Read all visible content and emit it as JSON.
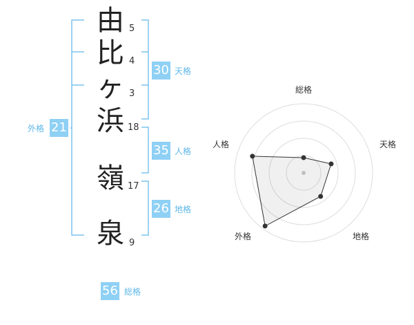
{
  "name_chars": [
    {
      "char": "由",
      "strokes": "5"
    },
    {
      "char": "比",
      "strokes": "4"
    },
    {
      "char": "ヶ",
      "strokes": "3"
    },
    {
      "char": "浜",
      "strokes": "18"
    },
    {
      "char": "嶺",
      "strokes": "17"
    },
    {
      "char": "泉",
      "strokes": "9"
    }
  ],
  "kakusu": {
    "tenkaku": {
      "value": "30",
      "label": "天格"
    },
    "jinkaku": {
      "value": "35",
      "label": "人格"
    },
    "chikaku": {
      "value": "26",
      "label": "地格"
    },
    "gaikaku": {
      "value": "21",
      "label": "外格"
    },
    "soukaku": {
      "value": "56",
      "label": "総格"
    }
  },
  "colors": {
    "accent": "#8fd0f5",
    "accent_text": "#5fb8e8",
    "bracket": "#7cc3ee"
  },
  "chart_data": {
    "type": "radar",
    "axes": [
      "総格",
      "天格",
      "地格",
      "外格",
      "人格"
    ],
    "values": [
      0.22,
      0.42,
      0.42,
      0.95,
      0.78
    ],
    "rings": 4,
    "range": [
      0,
      1
    ]
  }
}
